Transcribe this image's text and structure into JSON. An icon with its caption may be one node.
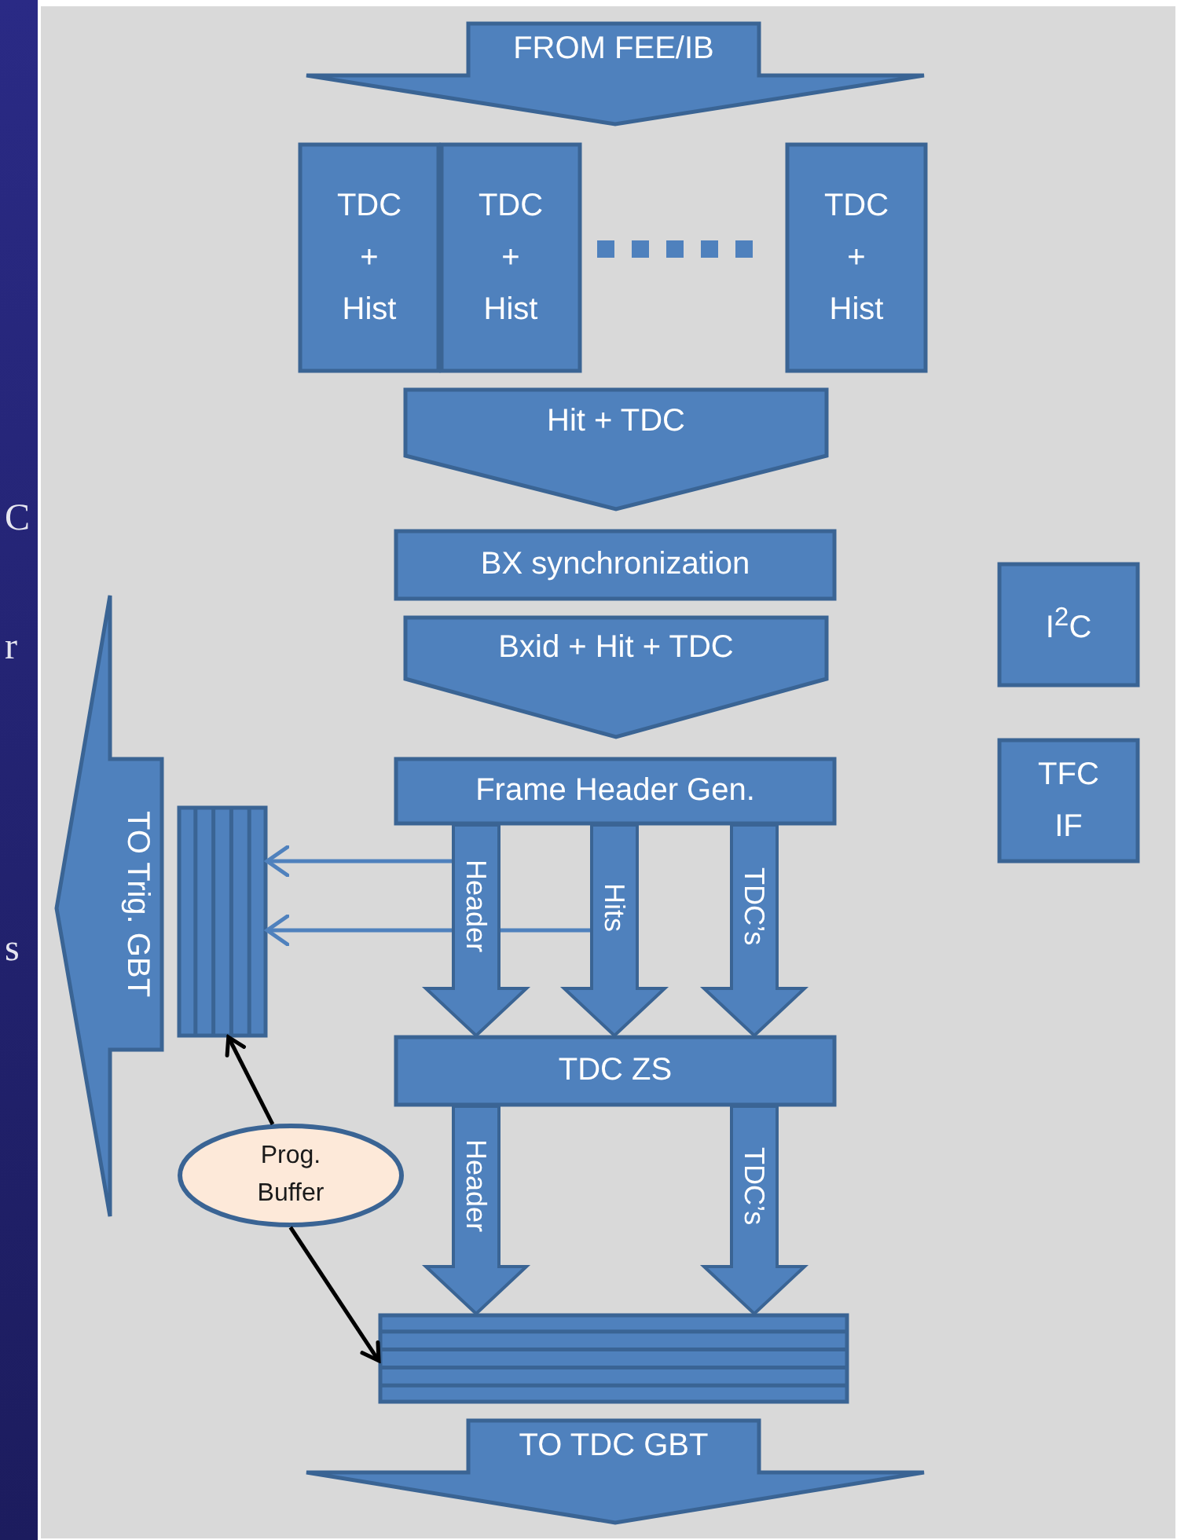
{
  "diagram": {
    "nodes": [
      {
        "text": [
          "FROM FEE/IB"
        ]
      },
      {
        "text": [
          "TDC + Hist"
        ]
      },
      {
        "text": [
          "TDC + Hist"
        ]
      },
      {
        "text": [
          "TDC + Hist"
        ]
      },
      {
        "text": [
          "Hit + TDC"
        ]
      },
      {
        "text": [
          "BX synchronization"
        ]
      },
      {
        "text": [
          "Bxid + Hit + TDC"
        ]
      },
      {
        "text": [
          "Frame Header Gen."
        ]
      },
      {
        "text": [
          "TDC ZS"
        ]
      },
      {
        "text": [],
        "shape": "box"
      },
      {
        "text": [
          "TO TDC GBT"
        ]
      },
      {
        "text": [],
        "shape": "box"
      },
      {
        "text": [
          "TO Trig. GBT"
        ]
      },
      {
        "text": [
          "Prog. Buffer"
        ]
      },
      {
        "text": [
          "I$^{2}$C"
        ]
      },
      {
        "text": [
          "TFC IF"
        ]
      }
    ],
    "edges": [
      {
        "from": 7,
        "to": 8,
        "arrow": "to",
        "label": "Header",
        "style": "thick"
      },
      {
        "from": 7,
        "to": 8,
        "arrow": "to",
        "label": "Hits",
        "style": "thick"
      },
      {
        "from": 7,
        "to": 8,
        "arrow": "to",
        "label": "TDC’s",
        "style": "thick"
      },
      {
        "from": 8,
        "to": 9,
        "arrow": "to",
        "label": "Header",
        "style": "thick"
      },
      {
        "from": 8,
        "to": 9,
        "arrow": "to",
        "label": "TDC’s",
        "style": "thick"
      },
      {
        "from": null,
        "to": 11,
        "arrow": "to"
      },
      {
        "from": null,
        "to": 11,
        "arrow": "to"
      },
      {
        "from": 13,
        "to": 11,
        "arrow": "to",
        "color": "#000000"
      },
      {
        "from": 13,
        "to": 9,
        "arrow": "to",
        "color": "#000000"
      }
    ],
    "labels": [
      "C",
      "r",
      "s"
    ]
  }
}
